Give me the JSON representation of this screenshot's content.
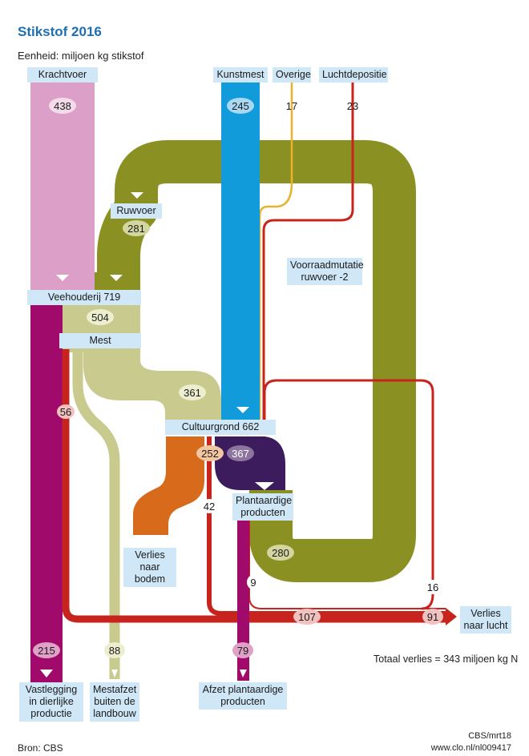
{
  "title": "Stikstof 2016",
  "unit": "Eenheid: miljoen kg stikstof",
  "nodes": {
    "krachtvoer": "Krachtvoer",
    "kunstmest": "Kunstmest",
    "overige": "Overige",
    "luchtdepositie": "Luchtdepositie",
    "ruwvoer": "Ruwvoer",
    "voorraad": "Voorraadmutatie ruwvoer -2",
    "veehouderij": "Veehouderij 719",
    "mest": "Mest",
    "cultuurgrond": "Cultuurgrond 662",
    "plantaardig": "Plantaardige producten",
    "verlies_bodem": "Verlies naar bodem",
    "verlies_lucht": "Verlies naar lucht",
    "vastlegging": "Vastlegging in dierlijke productie",
    "mestafzet": "Mestafzet buiten de landbouw",
    "afzet": "Afzet plantaardige producten"
  },
  "values": {
    "krachtvoer": "438",
    "kunstmest": "245",
    "overige": "17",
    "luchtdepositie": "23",
    "ruwvoer": "281",
    "mest": "504",
    "mest_to_grond": "361",
    "veeh_loss": "56",
    "bodem": "252",
    "plant": "367",
    "grond_loss": "42",
    "ruwvoer_loop": "280",
    "plant_loss": "9",
    "loss_total": "107",
    "lucht": "91",
    "lucht_extra": "16",
    "vastlegging": "215",
    "mestafzet": "88",
    "afzet": "79"
  },
  "total_loss": "Totaal verlies = 343 miljoen kg N",
  "source": "Bron: CBS",
  "code": "CBS/mrt18",
  "url": "www.clo.nl/nl009417",
  "colors": {
    "krachtvoer": "#dca0c8",
    "kunstmest": "#129bdb",
    "overige": "#e8b32a",
    "luchtdepositie": "#c8241e",
    "ruwvoer": "#8a9122",
    "mest": "#c9ca8e",
    "vastlegging": "#a00a6a",
    "bodem": "#d86a1c",
    "plant": "#3d1c5e",
    "verlies": "#c8241e",
    "label_bg": "#cfe7f7",
    "title": "#1d6fb4"
  }
}
